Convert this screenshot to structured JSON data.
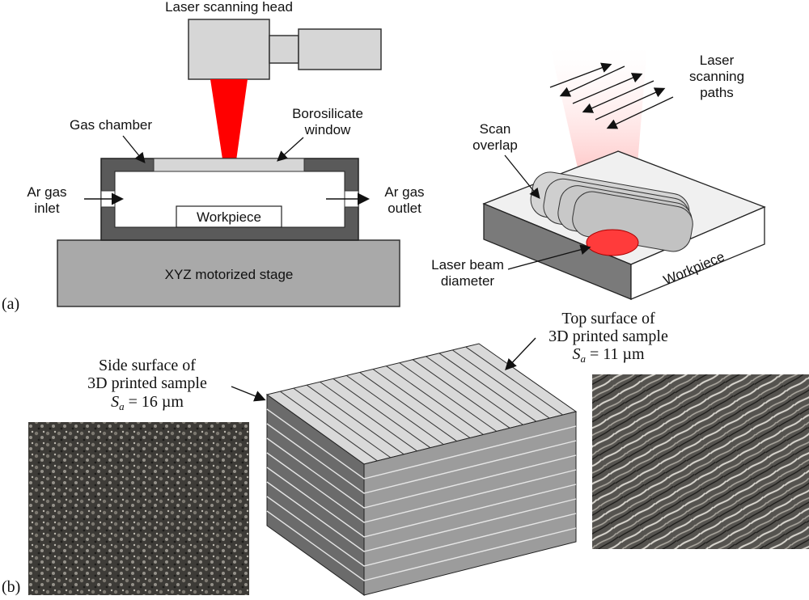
{
  "panel_a": {
    "tag": "(a)",
    "laser_scanning_head": "Laser scanning head",
    "borosilicate_window_line1": "Borosilicate",
    "borosilicate_window_line2": "window",
    "gas_chamber": "Gas chamber",
    "ar_inlet_line1": "Ar gas",
    "ar_inlet_line2": "inlet",
    "ar_outlet_line1": "Ar gas",
    "ar_outlet_line2": "outlet",
    "workpiece": "Workpiece",
    "stage": "XYZ motorized stage",
    "scan_paths_line1": "Laser",
    "scan_paths_line2": "scanning",
    "scan_paths_line3": "paths",
    "scan_overlap_line1": "Scan",
    "scan_overlap_line2": "overlap",
    "beam_diameter_line1": "Laser beam",
    "beam_diameter_line2": "diameter",
    "workpiece_iso": "Workpiece"
  },
  "panel_b": {
    "tag": "(b)",
    "side_line1": "Side surface of",
    "side_line2": "3D printed sample",
    "side_sa_symbol": "S",
    "side_sa_sub": "a",
    "side_sa_value": " = 16 µm",
    "top_line1": "Top surface of",
    "top_line2": "3D printed sample",
    "top_sa_symbol": "S",
    "top_sa_sub": "a",
    "top_sa_value": " = 11 µm"
  },
  "colors": {
    "laser_red": "#ff0000",
    "chamber_gray": "#5a5a5a",
    "stage_gray": "#a9a9a9",
    "head_gray": "#d6d6d6"
  }
}
